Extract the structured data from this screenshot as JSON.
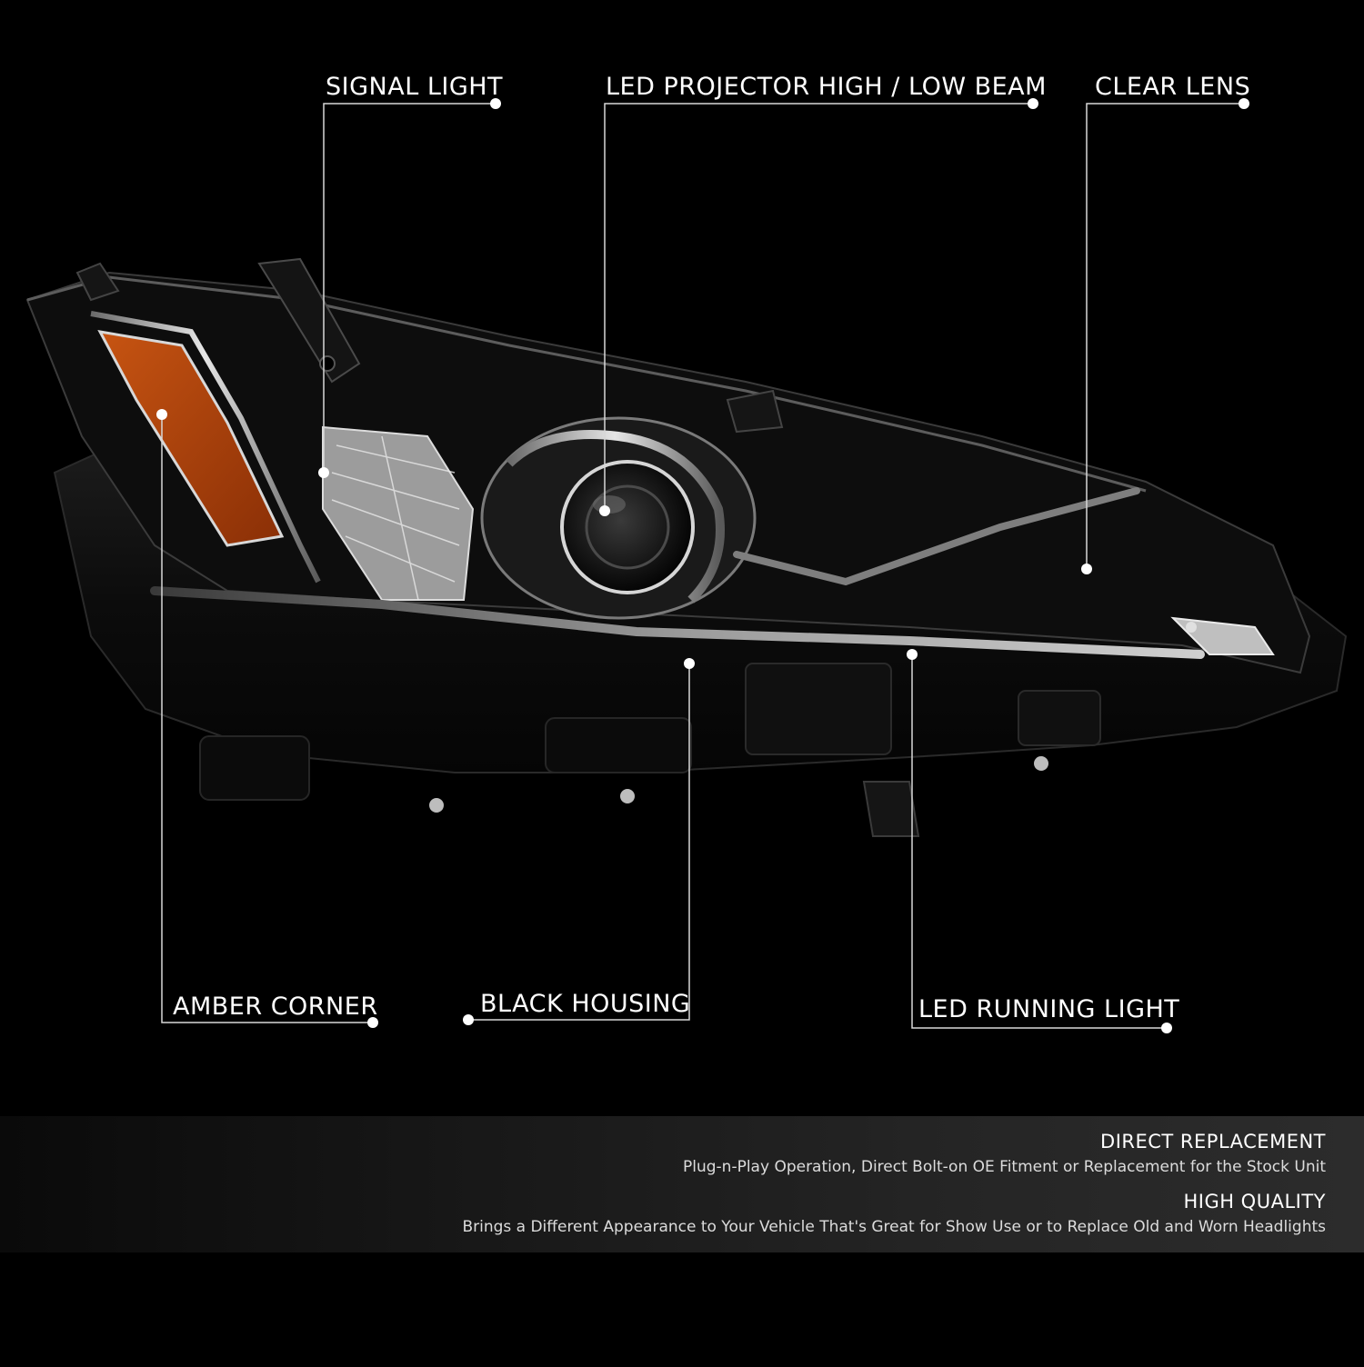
{
  "callouts": {
    "signal_light": "SIGNAL LIGHT",
    "projector": "LED PROJECTOR HIGH / LOW BEAM",
    "clear_lens": "CLEAR LENS",
    "amber_corner": "AMBER CORNER",
    "black_housing": "BLACK HOUSING",
    "running_light": "LED RUNNING LIGHT"
  },
  "features": [
    {
      "title": "DIRECT REPLACEMENT",
      "description": "Plug-n-Play Operation, Direct Bolt-on OE Fitment or Replacement for the Stock Unit"
    },
    {
      "title": "HIGH QUALITY",
      "description": "Brings a Different Appearance to Your Vehicle That's Great for Show Use or to Replace Old and Worn Headlights"
    }
  ],
  "colors": {
    "background": "#000000",
    "callout_line": "#d8d8d8",
    "amber": "#b3480c",
    "housing": "#0e0e0e",
    "chrome": "#c9c9c9"
  }
}
